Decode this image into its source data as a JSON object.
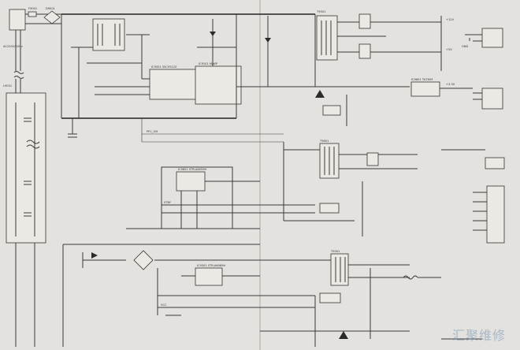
{
  "watermark": "汇聚维修",
  "labels": {
    "ic_main": "IC9501 SSC9512S",
    "ic_pfc": "IC9101 MA6P",
    "ic_sub": "IC9651 STR-A6059H",
    "ic_stby": "IC9301 STR-A6069H",
    "ic_reg": "IC9601 TA7809",
    "t_main": "T9501",
    "t_mid": "T9601",
    "t_low": "T9301",
    "bridge": "D9001",
    "fuse": "F9001",
    "pin_out_a": "+12V",
    "pin_out_b": "+5V",
    "pin_out_c": "+3.3V",
    "gnd": "GND",
    "ac_a": "AC220V/50Hz",
    "ac_b": "L9001",
    "net_a": "PFC_ON",
    "net_b": "STBY",
    "net_c": "VCC"
  }
}
